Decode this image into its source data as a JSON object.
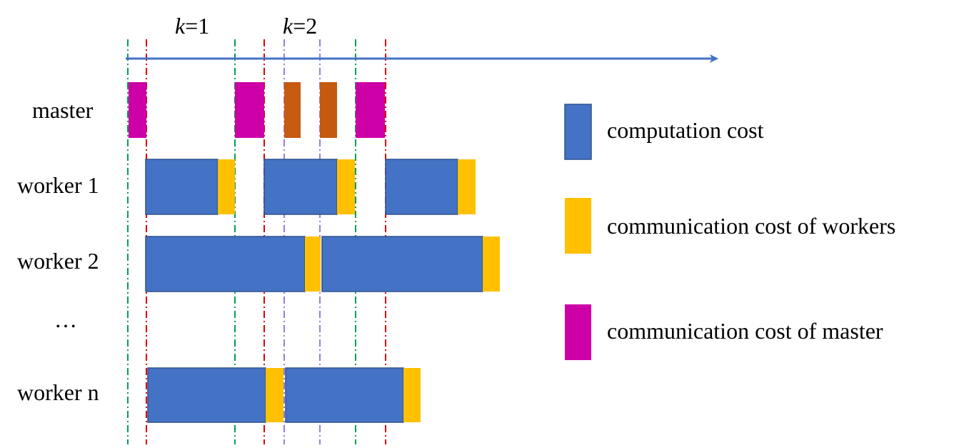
{
  "iterations": [
    {
      "var": "k",
      "eq": "=1"
    },
    {
      "var": "k",
      "eq": "=2"
    }
  ],
  "rows": [
    {
      "id": "master",
      "label": "master"
    },
    {
      "id": "worker1",
      "label": "worker 1"
    },
    {
      "id": "worker2",
      "label": "worker 2"
    },
    {
      "id": "ellipsis",
      "label": "…"
    },
    {
      "id": "workern",
      "label": "worker n"
    }
  ],
  "legend": [
    {
      "label": "computation cost",
      "color": "#4472C4"
    },
    {
      "label": "communication cost of workers",
      "color": "#FFC000"
    },
    {
      "label": "communication cost of master",
      "color": "#CC00A6"
    }
  ],
  "colors": {
    "computation": "#4472C4",
    "computation_border": "#2F528F",
    "worker_comm": "#FFC000",
    "master_comm": "#CC00A6",
    "master_extra": "#C55A11",
    "timeline": "#4472C4",
    "guide_green": "#00A050",
    "guide_red": "#E00000",
    "guide_purple": "#9A7AE0"
  }
}
